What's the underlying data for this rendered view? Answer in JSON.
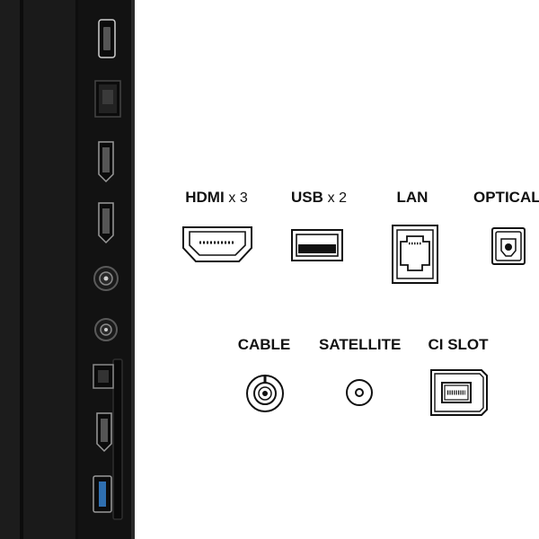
{
  "ports": {
    "hdmi": {
      "label": "HDMI",
      "qty": "x 3",
      "icon": "hdmi-port-icon"
    },
    "usb": {
      "label": "USB",
      "qty": "x 2",
      "icon": "usb-port-icon"
    },
    "lan": {
      "label": "LAN",
      "icon": "lan-port-icon"
    },
    "optical": {
      "label": "OPTICAL",
      "icon": "optical-port-icon"
    },
    "cable": {
      "label": "CABLE",
      "icon": "cable-port-icon"
    },
    "satellite": {
      "label": "SATELLITE",
      "icon": "satellite-port-icon"
    },
    "ci_slot": {
      "label": "CI SLOT",
      "icon": "ci-slot-icon"
    }
  },
  "colors": {
    "tv_body": "#141414",
    "tv_edge": "#2a2a2a",
    "icon_stroke": "#111111",
    "usb3_blue": "#2f6fb0"
  }
}
